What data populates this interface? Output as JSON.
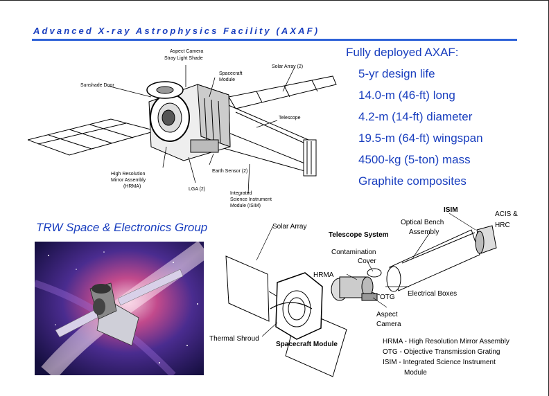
{
  "slide": {
    "title": "Advanced X-ray Astrophysics Facility (AXAF)",
    "subtitle": "TRW Space & Electronics Group"
  },
  "facts": {
    "heading": "Fully deployed AXAF:",
    "items": [
      "5-yr design life",
      "14.0-m (46-ft) long",
      "4.2-m (14-ft) diameter",
      "19.5-m (64-ft) wingspan",
      "4500-kg (5-ton) mass",
      "Graphite composites"
    ]
  },
  "top_diagram": {
    "labels": {
      "aspect_camera": [
        "Aspect Camera",
        "Stray Light Shade"
      ],
      "spacecraft_module": [
        "Spacecraft",
        "Module"
      ],
      "solar_array": "Solar Array (2)",
      "sunshade_door": "Sunshade Door",
      "telescope": "Telescope",
      "hrma": [
        "High Resolution",
        "Mirror Assembly",
        "(HRMA)"
      ],
      "earth_sensor": "Earth Sensor (2)",
      "lga": "LGA (2)",
      "isim": [
        "Integrated",
        "Science Instrument",
        "Module (ISIM)"
      ]
    }
  },
  "bottom_diagram": {
    "labels": {
      "solar_array": "Solar Array",
      "optical_bench": [
        "Optical Bench",
        "Assembly"
      ],
      "isim": "ISIM",
      "acis_hrc": [
        "ACIS &",
        "HRC"
      ],
      "telescope_system": "Telescope System",
      "contamination_cover": [
        "Contamination",
        "Cover"
      ],
      "hrma": "HRMA",
      "electrical_boxes": "Electrical Boxes",
      "otg": "OTG",
      "aspect_camera": [
        "Aspect",
        "Camera"
      ],
      "thermal_shroud": "Thermal Shroud",
      "spacecraft_module": "Spacecraft Module"
    },
    "legend": [
      "HRMA - High Resolution Mirror Assembly",
      "OTG - Objective Transmission Grating",
      "ISIM - Integrated Science Instrument",
      "Module"
    ]
  }
}
